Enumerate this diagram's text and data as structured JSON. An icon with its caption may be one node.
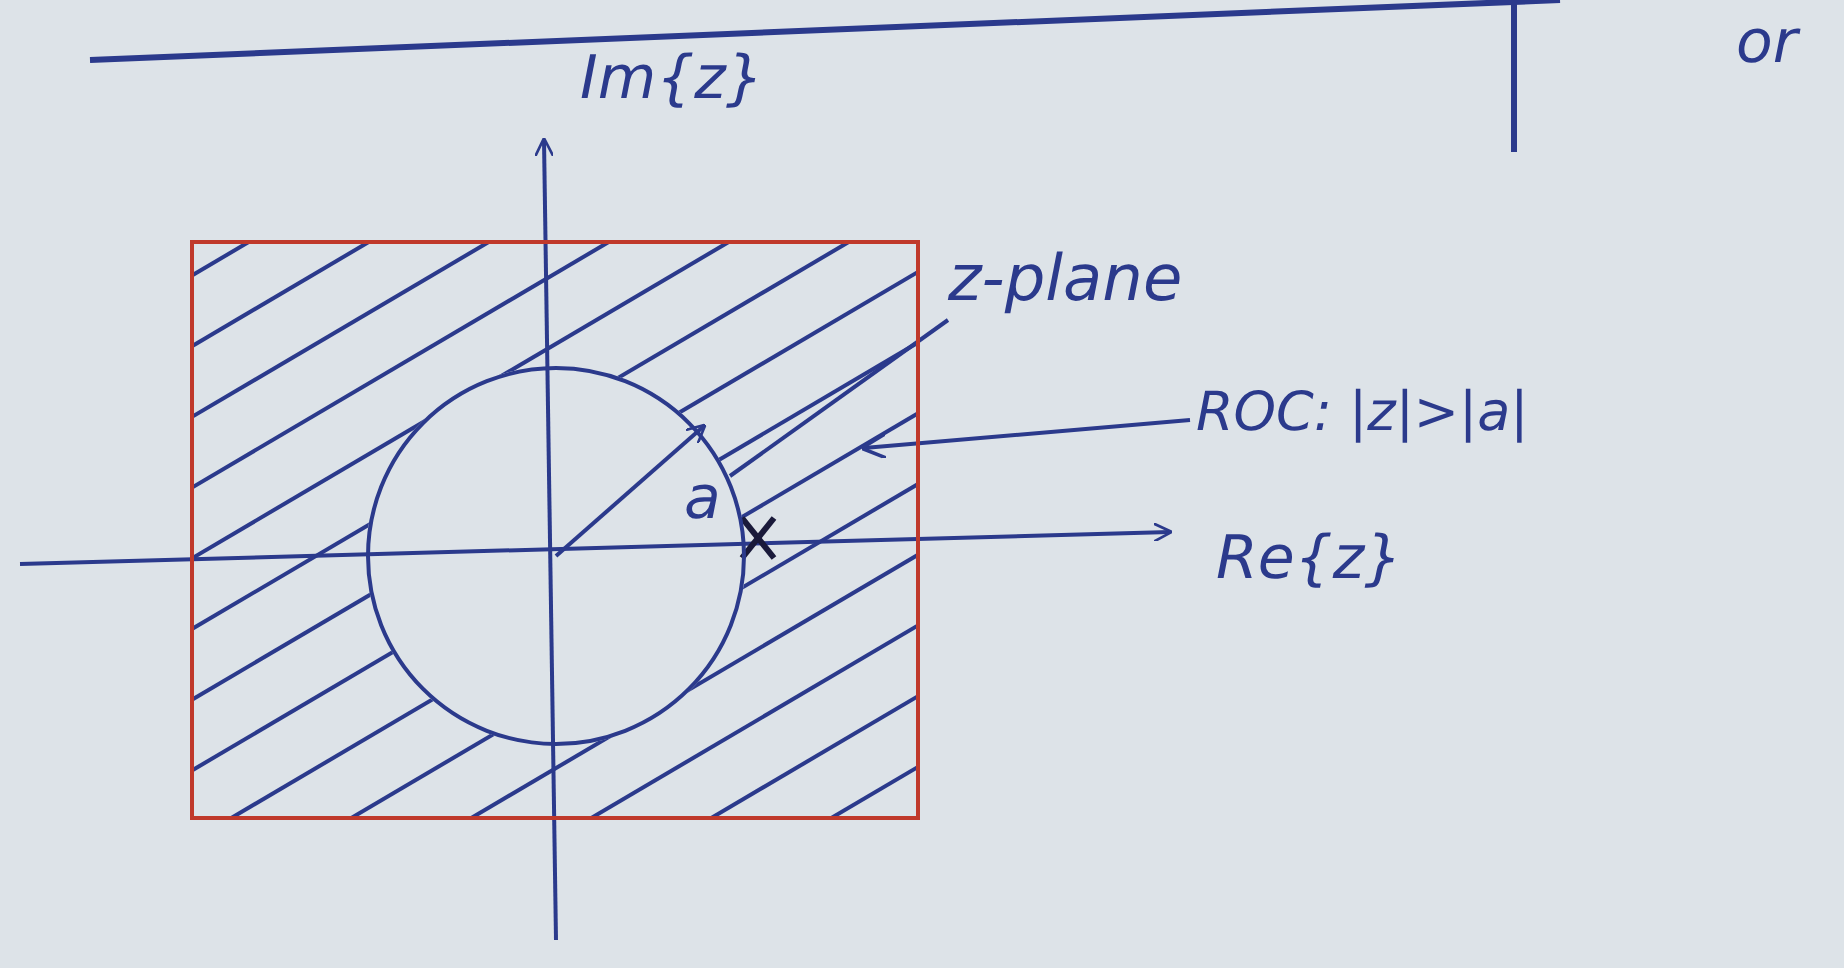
{
  "diagram": {
    "nodes": [
      {
        "text": [],
        "shape": "box"
      },
      {
        "text": [],
        "shape": "circle",
        "in": 0
      },
      {
        "text": [
          "z-plane"
        ]
      },
      {
        "text": [
          "ROC: |z|>|a|"
        ]
      }
    ],
    "edges": [
      {
        "from": 2,
        "to": 1,
        "arrow": "none"
      },
      {
        "from": 3,
        "to": 0,
        "arrow": "to"
      }
    ],
    "labels": [
      "or",
      "Im{z}",
      "a",
      "Re{z}"
    ]
  }
}
